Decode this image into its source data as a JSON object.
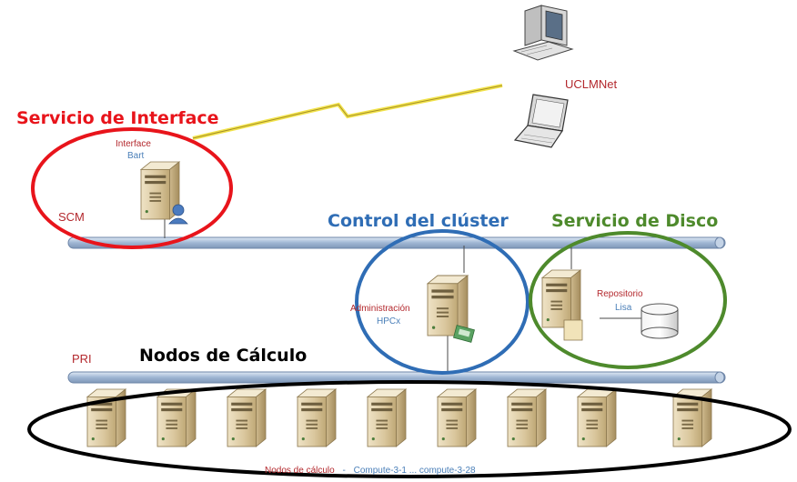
{
  "diagram": {
    "groups": {
      "interface_title": "Servicio de Interface",
      "control_title": "Control del clúster",
      "disk_title": "Servicio de Disco",
      "compute_title": "Nodos de Cálculo"
    },
    "networks": {
      "scm": "SCM",
      "pri": "PRI",
      "external": "UCLMNet"
    },
    "servers": {
      "interface_role": "Interface",
      "interface_name": "Bart",
      "admin_role": "Administración",
      "admin_name": "HPCx",
      "repo_role": "Repositorio",
      "repo_name": "Lisa"
    },
    "compute_caption": {
      "prefix": "Nodos de cálculo",
      "separator": "-",
      "range": "Compute-3-1 ... compute-3-28"
    },
    "colors": {
      "interface": "#e8141b",
      "control": "#2f6db5",
      "disk": "#4e8a2c",
      "compute": "#000000",
      "label_red": "#b3282d",
      "label_blue": "#4a7fb8",
      "bus": "#a9bfd9"
    },
    "icons": [
      "server-icon",
      "user-badge-icon",
      "desktop-computer-icon",
      "laptop-icon",
      "lightning-link-icon",
      "disk-cylinder-icon",
      "network-card-icon"
    ]
  }
}
